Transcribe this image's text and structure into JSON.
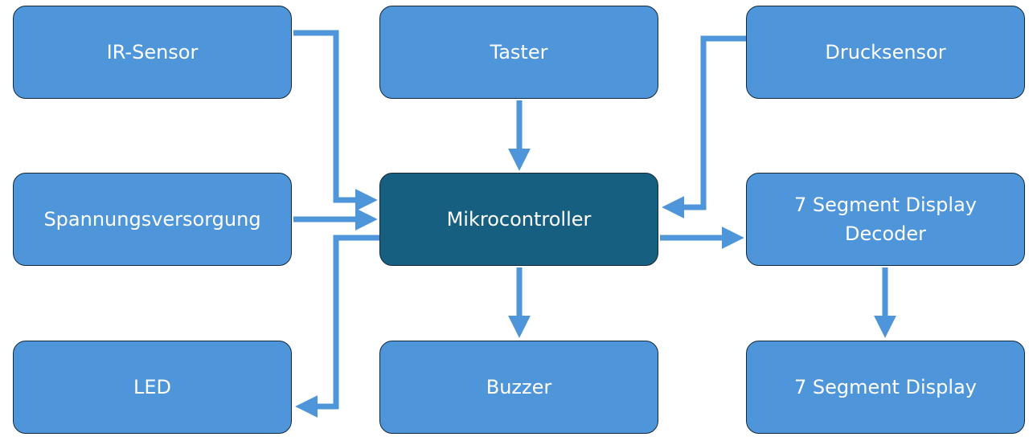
{
  "diagram": {
    "nodes": [
      {
        "id": "ir_sensor",
        "label": "IR-Sensor"
      },
      {
        "id": "taster",
        "label": "Taster"
      },
      {
        "id": "drucksensor",
        "label": "Drucksensor"
      },
      {
        "id": "spannungsversorgung",
        "label": "Spannungsversorgung"
      },
      {
        "id": "mikrocontroller",
        "label": "Mikrocontroller"
      },
      {
        "id": "decoder",
        "label": "7 Segment Display\nDecoder"
      },
      {
        "id": "led",
        "label": "LED"
      },
      {
        "id": "buzzer",
        "label": "Buzzer"
      },
      {
        "id": "display",
        "label": "7 Segment Display"
      }
    ],
    "edges": [
      {
        "from": "ir_sensor",
        "to": "mikrocontroller"
      },
      {
        "from": "spannungsversorgung",
        "to": "mikrocontroller"
      },
      {
        "from": "mikrocontroller",
        "to": "led"
      },
      {
        "from": "taster",
        "to": "mikrocontroller"
      },
      {
        "from": "mikrocontroller",
        "to": "buzzer"
      },
      {
        "from": "drucksensor",
        "to": "mikrocontroller"
      },
      {
        "from": "mikrocontroller",
        "to": "decoder"
      },
      {
        "from": "decoder",
        "to": "display"
      }
    ],
    "colors": {
      "node_fill": "#4f95d9",
      "central_node_fill": "#175f80",
      "node_border": "#13293a",
      "arrow": "#4e95da",
      "text": "#ffffff"
    }
  }
}
